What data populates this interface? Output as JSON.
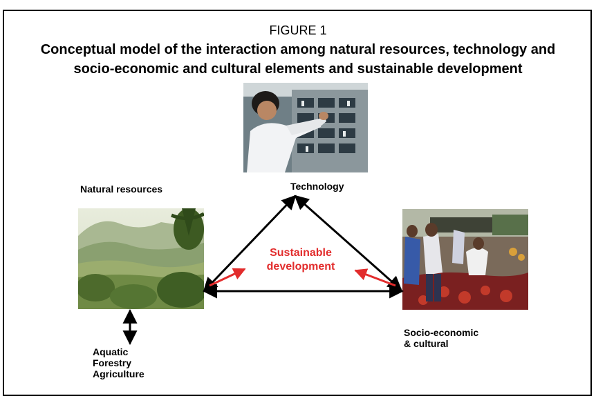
{
  "figure": {
    "label": "FIGURE 1",
    "title_line1": "Conceptual model of the interaction among natural resources, technology and",
    "title_line2": "socio-economic and cultural elements and sustainable development"
  },
  "nodes": {
    "natural_resources": "Natural resources",
    "technology": "Technology",
    "socio_line1": "Socio-economic",
    "socio_line2": "& cultural",
    "center_line1": "Sustainable",
    "center_line2": "development",
    "uses": [
      "Aquatic",
      "Forestry",
      "Agriculture"
    ]
  },
  "colors": {
    "arrow": "#000000",
    "center_arrow": "#e22c2c",
    "center_text": "#e22c2c"
  }
}
